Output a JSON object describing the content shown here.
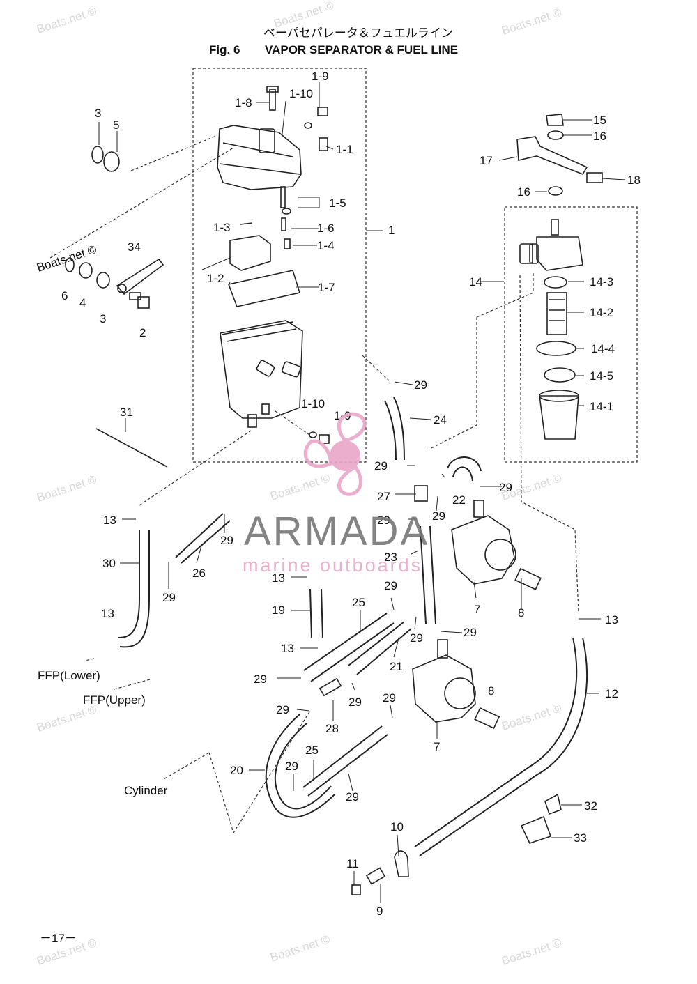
{
  "header": {
    "japanese_title": "ベーパセパレータ＆フュエルライン",
    "fig_number": "Fig. 6",
    "title": "VAPOR SEPARATOR & FUEL LINE"
  },
  "watermark": {
    "text": "Boats.net ©",
    "logo_text": "ARMADA",
    "logo_subtext": "marine outboards",
    "logo_color": "#e9a6c8",
    "text_color": "#888888"
  },
  "labels": {
    "l_1_9a": "1-9",
    "l_1_10a": "1-10",
    "l_1_8": "1-8",
    "l_1_1": "1-1",
    "l_1_5": "1-5",
    "l_1_3": "1-3",
    "l_1_6": "1-6",
    "l_1_4": "1-4",
    "l_1": "1",
    "l_1_2": "1-2",
    "l_1_7": "1-7",
    "l_3a": "3",
    "l_5": "5",
    "l_34": "34",
    "l_6": "6",
    "l_4": "4",
    "l_3b": "3",
    "l_2": "2",
    "l_15": "15",
    "l_16a": "16",
    "l_17": "17",
    "l_18": "18",
    "l_16b": "16",
    "l_14": "14",
    "l_14_3": "14-3",
    "l_14_2": "14-2",
    "l_14_4": "14-4",
    "l_14_5": "14-5",
    "l_14_1": "14-1",
    "l_29a": "29",
    "l_24": "24",
    "l_1_10b": "1-10",
    "l_1_9b": "1-9",
    "l_31": "31",
    "l_29b": "29",
    "l_22": "22",
    "l_29c": "29",
    "l_27": "27",
    "l_29d": "29",
    "l_29e": "29",
    "l_13a": "13",
    "l_29f": "29",
    "l_30": "30",
    "l_26": "26",
    "l_23": "23",
    "l_13b": "13",
    "l_8a": "8",
    "l_7a": "7",
    "l_29g": "29",
    "l_29h": "29",
    "l_13c": "13",
    "l_19": "19",
    "l_25a": "25",
    "l_29i": "29",
    "l_29j": "29",
    "l_13d": "13",
    "l_13e": "13",
    "l_21": "21",
    "l_29k": "29",
    "l_29l": "29",
    "l_29m": "29",
    "l_8b": "8",
    "l_12": "12",
    "l_29n": "29",
    "l_28": "28",
    "l_7b": "7",
    "l_25b": "25",
    "l_20": "20",
    "l_29o": "29",
    "l_29p": "29",
    "l_32": "32",
    "l_33": "33",
    "l_10": "10",
    "l_11": "11",
    "l_9": "9"
  },
  "destinations": {
    "ffp_lower": "FFP(Lower)",
    "ffp_upper": "FFP(Upper)",
    "cylinder": "Cylinder"
  },
  "page_number": "－17－"
}
